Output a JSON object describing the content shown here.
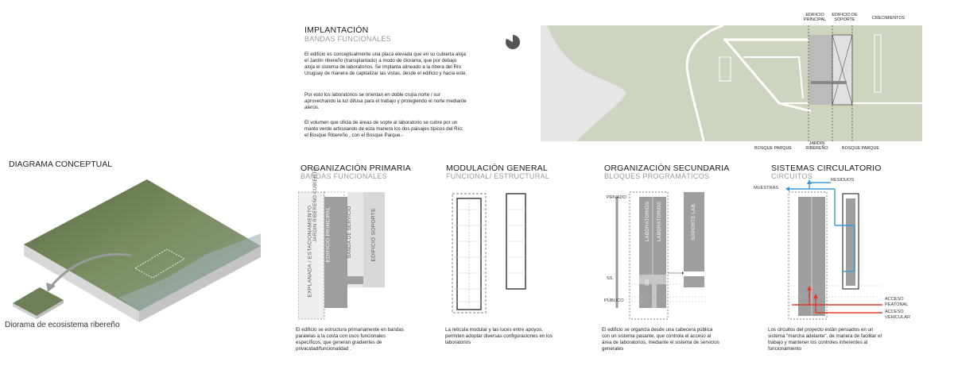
{
  "implantacion": {
    "title": "IMPLANTACIÓN",
    "subtitle": "BANDAS FUNCIONALES",
    "p1": "El edificio es conceptualmente una placa elevada que en su cubierta aloja el Jardín ribereño (transplantado) a modo de diorama, que por debajo aloja el sistema de laboratorios. Se implanta alineado a la ribera del Río Uruguay de manera de capitalizar las vistas, desde el edificio y hacia este.",
    "p2": "Por esto los laboratorios se orientan en doble crujía norte / sur aprovechando la luz difusa para el trabajo y protegiendo el norte mediante aleros.",
    "p3": "El volumen que oficia de áreas de sopte al laboratorio se cubre por un manto verde articulando de esta manera los dos paisajes típicos del Río:    el Bosque Ribereño    , con el    Bosque Parque.-"
  },
  "site_plan": {
    "labels": {
      "edificio_principal": "EDIFICIO PRINCIPAL",
      "edificio_soporte": "EDIFICIO DE SOPORTE",
      "crecimientos": "CRECIMIENTOS",
      "bosque_parque_1": "BOSQUE PARQUE",
      "jardin_ribereno": "JARDIN RIBEREÑO",
      "bosque_parque_2": "BOSQUE PARQUE"
    },
    "colors": {
      "land": "#cdd4bf",
      "water": "#e6e6e6",
      "roads": "#ffffff"
    }
  },
  "diagrama": {
    "title": "DIAGRAMA CONCEPTUAL",
    "caption": "Diorama de ecosistema ribereño"
  },
  "panels": [
    {
      "title": "ORGANIZACIÓN PRIMARIA",
      "subtitle": "BANDAS FUNCIONALES",
      "labels": [
        "EXPLANADA / ESTACIONAMIENTO",
        "JARDIN RIBEREÑO CUBIERTO",
        "EDIFICIO PRINCIPAL",
        "BANDA DE SERVICIO",
        "EDIFICIO SOPORTE"
      ],
      "text": "El edificio se estructura primariamente en bandas paralelas a la costa con usos funcionales específicos, que generan gradientes de privacidad/funcionalidad ."
    },
    {
      "title": "MODULACIÓN GENERAL",
      "subtitle": "FUNCIONAL/ ESTRUCTURAL",
      "labels": [],
      "text": "La retícula modular y las luces entre apoyos, permiten adoptar diversas configuraciones en los laboratorios"
    },
    {
      "title": "ORGANIZACIÓN SECUNDARIA",
      "subtitle": "BLOQUES PROGRAMÁTICOS",
      "labels": [
        "PRIVADO",
        "SS.",
        "PÚBLICO",
        "LABORATORIOS",
        "LABORATORIOS",
        "SOPORTE LAB.",
        "SS."
      ],
      "text": "El edificio se organiza desde una cabecera pública con un sistema pasante, que controla el acceso al área de laboratorios, mediante el sistema de servicios generales"
    },
    {
      "title": "SISTEMAS CIRCULATORIO",
      "subtitle": "CIRCUITOS",
      "labels": [
        "MUESTRAS",
        "RESIDUOS",
        "ACCESO PEATONAL",
        "ACCESO VEHICULAR"
      ],
      "text": "Los circuitos del proyecto están pensados en un sistema \"marcha adelante\", de manera de facilitar el trabajo y mantener los controles inherentes al funcionamiento"
    }
  ],
  "colors": {
    "accent_blue": "#3a9ad9",
    "accent_red": "#e23b2a",
    "dark_gray": "#9b9b9b",
    "light_gray": "#dcdcdc",
    "terrain": "#6d7e55"
  }
}
